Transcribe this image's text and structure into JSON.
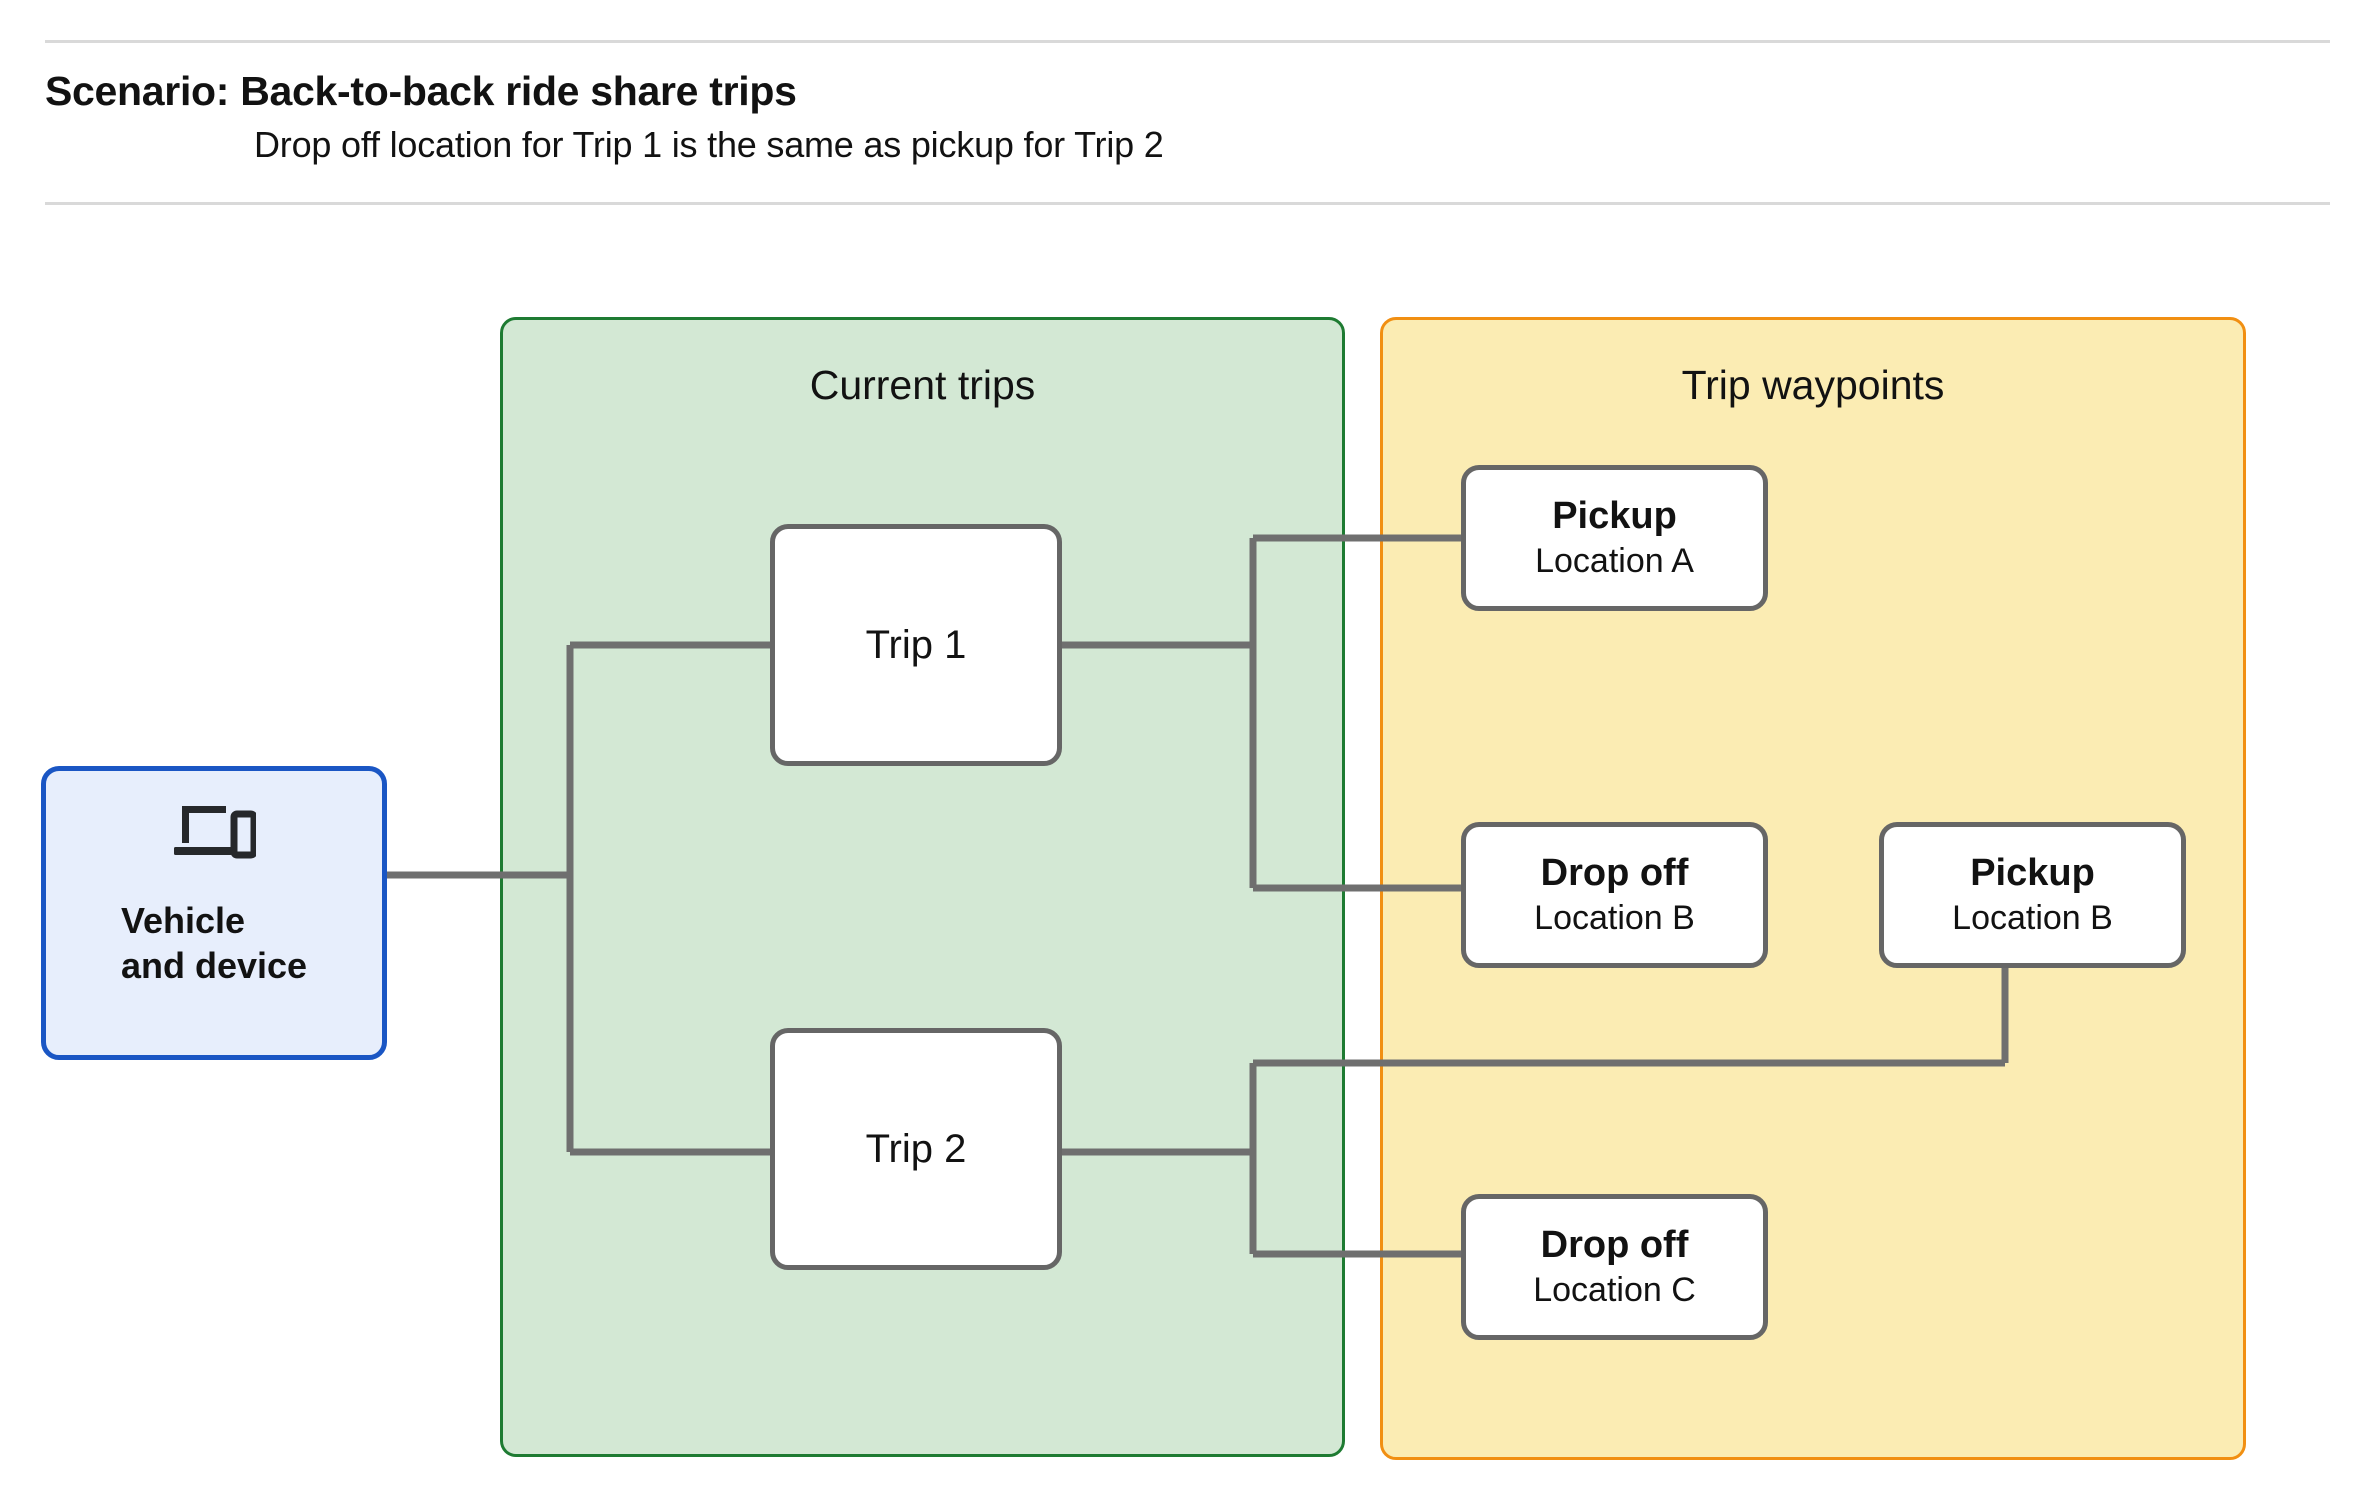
{
  "header": {
    "title": "Scenario: Back-to-back ride share trips",
    "subtitle": "Drop off  location for Trip 1 is the same as pickup for Trip 2"
  },
  "panels": {
    "current_trips": {
      "title": "Current trips",
      "fill": "#d3e8d4",
      "stroke": "#1e7b32"
    },
    "trip_waypoints": {
      "title": "Trip waypoints",
      "fill": "#fbecb3",
      "stroke": "#f18f12"
    }
  },
  "vehicle": {
    "label": "Vehicle\nand device",
    "icon": "devices-icon",
    "fill": "#e7eefc",
    "stroke": "#1a56c4"
  },
  "trips": [
    {
      "label": "Trip 1"
    },
    {
      "label": "Trip 2"
    }
  ],
  "waypoints": [
    {
      "type": "Pickup",
      "location": "Location A"
    },
    {
      "type": "Drop off",
      "location": "Location B"
    },
    {
      "type": "Pickup",
      "location": "Location B"
    },
    {
      "type": "Drop off",
      "location": "Location C"
    }
  ],
  "colors": {
    "connector": "#6f6f6f",
    "node_stroke": "#666666",
    "node_fill": "#ffffff",
    "rule": "#d9d9d9",
    "text": "#121212"
  }
}
